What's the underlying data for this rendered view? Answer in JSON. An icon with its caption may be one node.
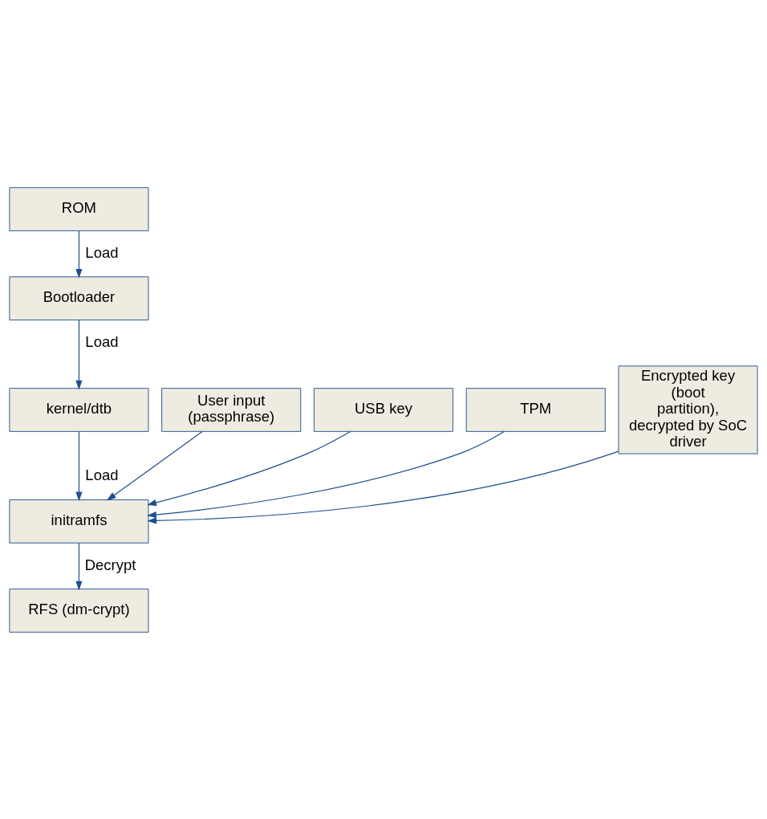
{
  "diagram": {
    "nodes": [
      {
        "text": [
          "ROM"
        ]
      },
      {
        "text": [
          "Bootloader"
        ]
      },
      {
        "text": [
          "kernel/dtb"
        ]
      },
      {
        "text": [
          "initramfs"
        ]
      },
      {
        "text": [
          "RFS (dm-crypt)"
        ]
      },
      {
        "text": [
          "User input (passphrase)"
        ]
      },
      {
        "text": [
          "USB key"
        ]
      },
      {
        "text": [
          "TPM"
        ]
      },
      {
        "text": [
          "Encrypted key (boot partition), decrypted by SoC driver"
        ]
      }
    ],
    "edges": [
      {
        "from": 0,
        "to": 1,
        "arrow": "to",
        "label": "Load"
      },
      {
        "from": 1,
        "to": 2,
        "arrow": "to",
        "label": "Load"
      },
      {
        "from": 2,
        "to": 3,
        "arrow": "to",
        "label": "Load"
      },
      {
        "from": 3,
        "to": 4,
        "arrow": "to",
        "label": "Decrypt"
      },
      {
        "from": 5,
        "to": 3,
        "arrow": "to"
      },
      {
        "from": 6,
        "to": 3,
        "arrow": "to"
      },
      {
        "from": 7,
        "to": 3,
        "arrow": "to"
      },
      {
        "from": 8,
        "to": 3,
        "arrow": "to"
      }
    ]
  }
}
